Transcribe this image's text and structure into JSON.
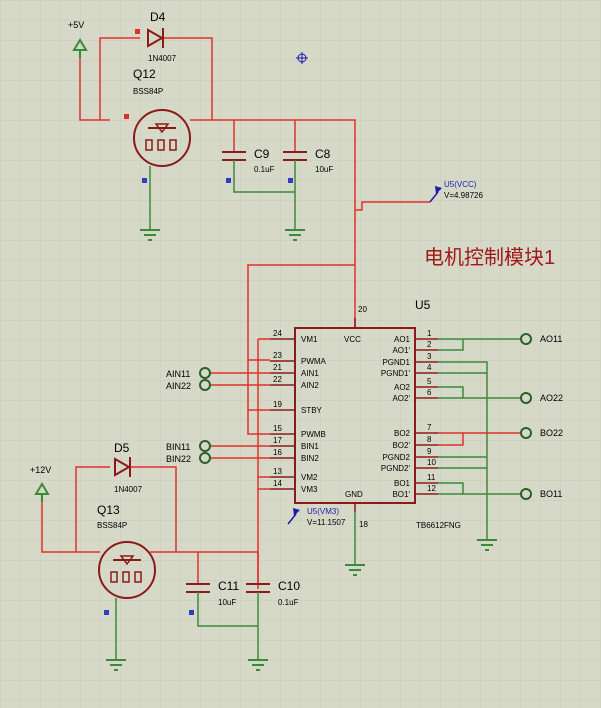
{
  "colors": {
    "background": "#d7d9c8",
    "grid": "#c9cbb8",
    "wire_powered": "#e0302a",
    "wire_ground": "#3a8a3a",
    "component": "#8b1a1a",
    "pin_text": "#000000",
    "probe": "#1a1ab0",
    "title": "#a01818"
  },
  "title": "电机控制模块1",
  "power": {
    "vcc5_label": "+5V",
    "vcc12_label": "+12V"
  },
  "diodes": {
    "d4": {
      "ref": "D4",
      "part": "1N4007"
    },
    "d5": {
      "ref": "D5",
      "part": "1N4007"
    }
  },
  "mosfets": {
    "q12": {
      "ref": "Q12",
      "part": "BSS84P"
    },
    "q13": {
      "ref": "Q13",
      "part": "BSS84P"
    }
  },
  "capacitors": {
    "c9": {
      "ref": "C9",
      "value": "0.1uF"
    },
    "c8": {
      "ref": "C8",
      "value": "10uF"
    },
    "c11": {
      "ref": "C11",
      "value": "10uF"
    },
    "c10": {
      "ref": "C10",
      "value": "0.1uF"
    }
  },
  "probes": {
    "vcc": {
      "name": "U5(VCC)",
      "value": "V=4.98726"
    },
    "vm3": {
      "name": "U5(VM3)",
      "value": "V=11.1507"
    }
  },
  "ic": {
    "ref": "U5",
    "part": "TB6612FNG",
    "pin20": "20",
    "pin18": "18",
    "vcc": "VCC",
    "gnd": "GND",
    "left_pins": [
      {
        "num": "24",
        "name": "VM1"
      },
      {
        "num": "23",
        "name": "PWMA"
      },
      {
        "num": "21",
        "name": "AIN1"
      },
      {
        "num": "22",
        "name": "AIN2"
      },
      {
        "num": "19",
        "name": "STBY"
      },
      {
        "num": "15",
        "name": "PWMB"
      },
      {
        "num": "17",
        "name": "BIN1"
      },
      {
        "num": "16",
        "name": "BIN2"
      },
      {
        "num": "13",
        "name": "VM2"
      },
      {
        "num": "14",
        "name": "VM3"
      }
    ],
    "right_pins": [
      {
        "num": "1",
        "name": "AO1"
      },
      {
        "num": "2",
        "name": "AO1'"
      },
      {
        "num": "3",
        "name": "PGND1"
      },
      {
        "num": "4",
        "name": "PGND1'"
      },
      {
        "num": "5",
        "name": "AO2"
      },
      {
        "num": "6",
        "name": "AO2'"
      },
      {
        "num": "7",
        "name": "BO2"
      },
      {
        "num": "8",
        "name": "BO2'"
      },
      {
        "num": "9",
        "name": "PGND2"
      },
      {
        "num": "10",
        "name": "PGND2'"
      },
      {
        "num": "11",
        "name": "BO1"
      },
      {
        "num": "12",
        "name": "BO1'"
      }
    ]
  },
  "terminals": {
    "ain11": "AIN11",
    "ain22": "AIN22",
    "bin11": "BIN11",
    "bin22": "BIN22",
    "ao11": "AO11",
    "ao22": "AO22",
    "bo22": "BO22",
    "bo11": "BO11"
  }
}
